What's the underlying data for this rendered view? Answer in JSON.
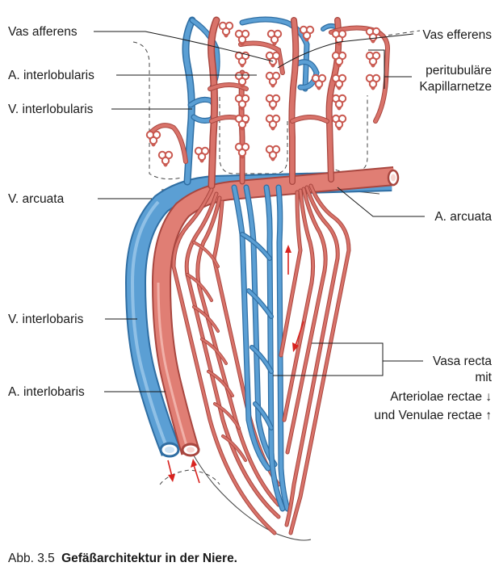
{
  "labels": {
    "vas_afferens": "Vas afferens",
    "a_interlobularis": "A. interlobularis",
    "v_interlobularis": "V. interlobularis",
    "v_arcuata": "V. arcuata",
    "v_interlobaris": "V. interlobaris",
    "a_interlobaris": "A. interlobaris",
    "vas_efferens": "Vas efferens",
    "peritubular_line1": "peritubuläre",
    "peritubular_line2": "Kapillarnetze",
    "a_arcuata": "A. arcuata",
    "vasa_recta_line1": "Vasa recta",
    "vasa_recta_line2": "mit",
    "vasa_recta_line3": "Arteriolae rectae ↓",
    "vasa_recta_line4": "und Venulae rectae ↑"
  },
  "caption": {
    "number": "Abb. 3.5",
    "title": "Gefäßarchitektur in der Niere."
  },
  "colors": {
    "artery": "#d9736a",
    "vein": "#5b9fd4",
    "flow_arrow": "#d8231f"
  }
}
